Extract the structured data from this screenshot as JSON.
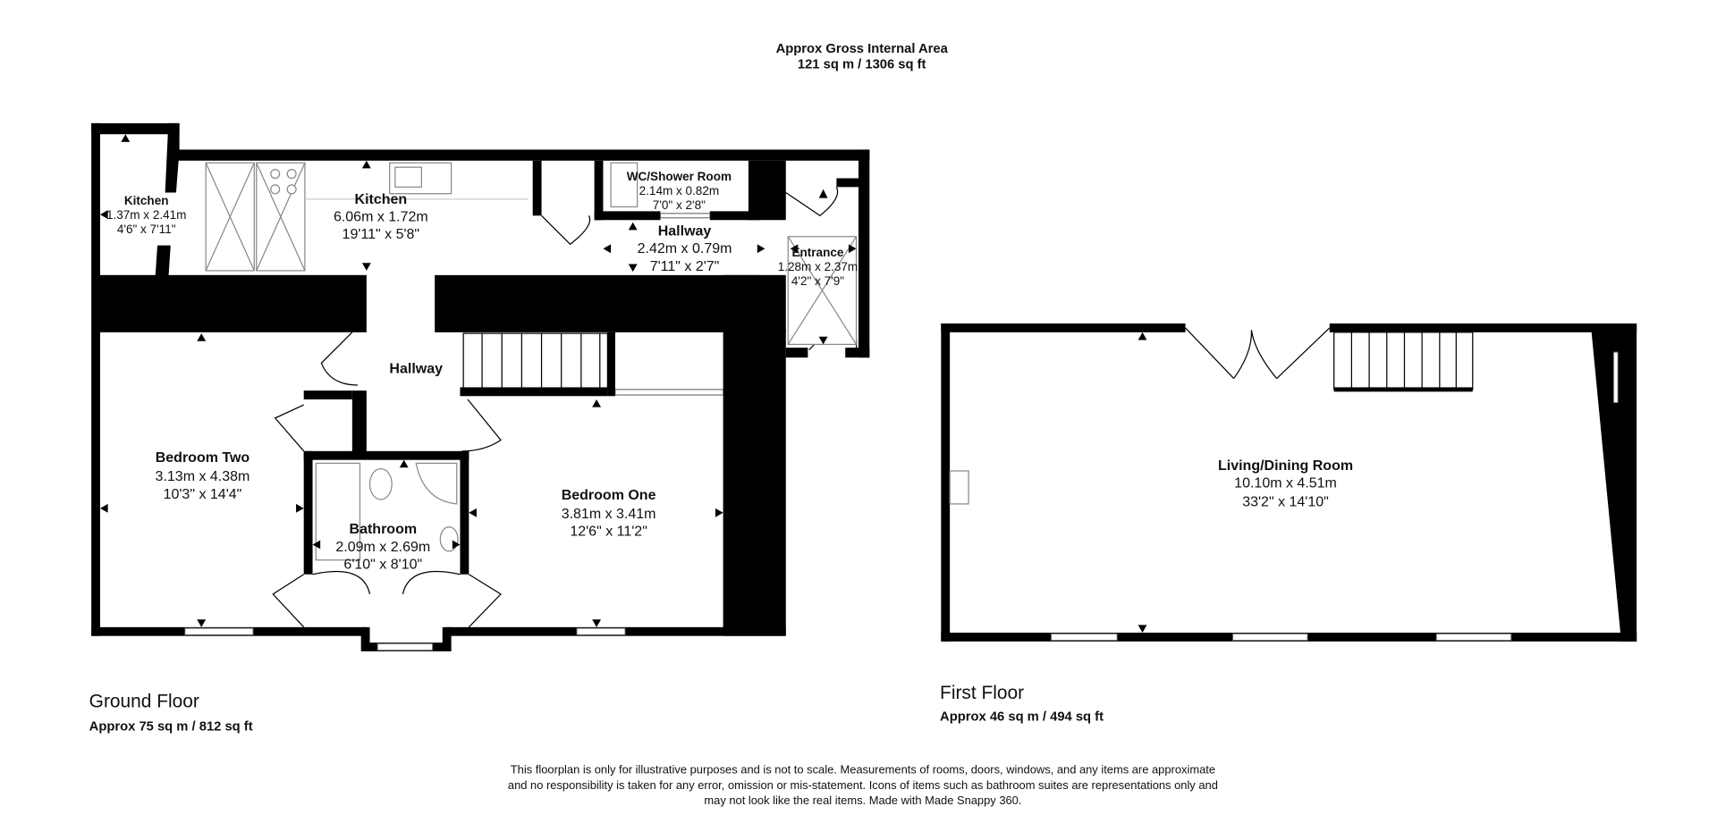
{
  "header": {
    "title": "Approx Gross Internal Area",
    "area": "121 sq m / 1306 sq ft"
  },
  "ground_floor": {
    "label": "Ground Floor",
    "area": "Approx 75 sq m / 812 sq ft",
    "rooms": [
      {
        "name": "Kitchen",
        "metric": "1.37m x 2.41m",
        "imperial": "4'6\" x 7'11\""
      },
      {
        "name": "Kitchen",
        "metric": "6.06m x 1.72m",
        "imperial": "19'11\" x 5'8\""
      },
      {
        "name": "WC/Shower Room",
        "metric": "2.14m x 0.82m",
        "imperial": "7'0\" x 2'8\""
      },
      {
        "name": "Hallway",
        "metric": "2.42m x 0.79m",
        "imperial": "7'11\" x 2'7\""
      },
      {
        "name": "Entrance",
        "metric": "1.28m x 2.37m",
        "imperial": "4'2\" x 7'9\""
      },
      {
        "name": "Hallway"
      },
      {
        "name": "Bedroom Two",
        "metric": "3.13m x 4.38m",
        "imperial": "10'3\" x 14'4\""
      },
      {
        "name": "Bathroom",
        "metric": "2.09m x 2.69m",
        "imperial": "6'10\" x 8'10\""
      },
      {
        "name": "Bedroom One",
        "metric": "3.81m x 3.41m",
        "imperial": "12'6\" x 11'2\""
      }
    ]
  },
  "first_floor": {
    "label": "First Floor",
    "area": "Approx 46 sq m / 494 sq ft",
    "rooms": [
      {
        "name": "Living/Dining Room",
        "metric": "10.10m x 4.51m",
        "imperial": "33'2\" x 14'10\""
      }
    ]
  },
  "disclaimer": [
    "This floorplan is only for illustrative purposes and is not to scale. Measurements of rooms, doors, windows, and any items are approximate",
    "and no responsibility is taken for any error, omission or mis-statement. Icons of items such as bathroom suites are representations only and",
    "may not look like the real items. Made with Made Snappy 360."
  ]
}
